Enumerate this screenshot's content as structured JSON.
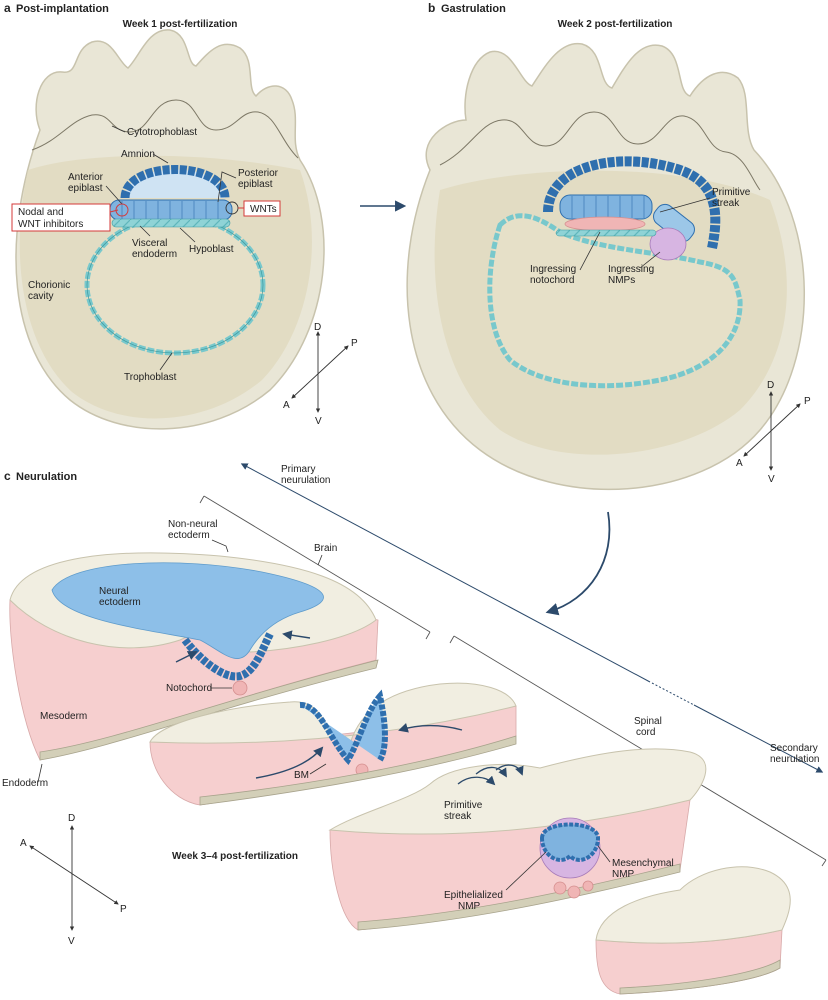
{
  "colors": {
    "tissue_fill": "#e9e6d6",
    "tissue_light": "#f3f1e6",
    "tissue_stroke": "#c8c3ad",
    "cavity": "#e2dcc3",
    "amnion_blue": "#2f6fae",
    "epiblast_blue": "#7fb3df",
    "hypoblast_teal": "#78c8cc",
    "neural_blue": "#8dbfe8",
    "mesoderm_pink": "#f6cfcf",
    "notochord_pink": "#f0b5b5",
    "nmp_lilac": "#d7b5e2",
    "inhibitor_red": "#d43a3a",
    "arrow_navy": "#2c4a6b",
    "text": "#222222"
  },
  "panel_a": {
    "letter": "a",
    "title": "Post-implantation",
    "week": "Week 1 post-fertilization",
    "labels": {
      "cytotrophoblast": "Cytotrophoblast",
      "amnion": "Amnion",
      "anterior_epiblast_1": "Anterior",
      "anterior_epiblast_2": "epiblast",
      "posterior_epiblast_1": "Posterior",
      "posterior_epiblast_2": "epiblast",
      "inhibitors_1": "Nodal and",
      "inhibitors_2": "WNT inhibitors",
      "wnts": "WNTs",
      "visceral_1": "Visceral",
      "visceral_2": "endoderm",
      "hypoblast": "Hypoblast",
      "chorionic_1": "Chorionic",
      "chorionic_2": "cavity",
      "trophoblast": "Trophoblast"
    },
    "axes": {
      "d": "D",
      "v": "V",
      "a": "A",
      "p": "P"
    }
  },
  "panel_b": {
    "letter": "b",
    "title": "Gastrulation",
    "week": "Week 2 post-fertilization",
    "labels": {
      "primitive_streak_1": "Primitive",
      "primitive_streak_2": "streak",
      "notochord_1": "Ingressing",
      "notochord_2": "notochord",
      "nmps_1": "Ingressing",
      "nmps_2": "NMPs"
    },
    "axes": {
      "d": "D",
      "v": "V",
      "a": "A",
      "p": "P"
    }
  },
  "panel_c": {
    "letter": "c",
    "title": "Neurulation",
    "week": "Week 3–4 post-fertilization",
    "labels": {
      "primary_1": "Primary",
      "primary_2": "neurulation",
      "non_neural_1": "Non-neural",
      "non_neural_2": "ectoderm",
      "brain": "Brain",
      "neural_ecto_1": "Neural",
      "neural_ecto_2": "ectoderm",
      "notochord": "Notochord",
      "mesoderm": "Mesoderm",
      "endoderm": "Endoderm",
      "bm": "BM",
      "spinal_1": "Spinal",
      "spinal_2": "cord",
      "secondary_1": "Secondary",
      "secondary_2": "neurulation",
      "primitive_streak_1": "Primitive",
      "primitive_streak_2": "streak",
      "mesenchymal_1": "Mesenchymal",
      "mesenchymal_2": "NMP",
      "epithelial_1": "Epithelialized",
      "epithelial_2": "NMP"
    },
    "axes": {
      "d": "D",
      "v": "V",
      "a": "A",
      "p": "P"
    }
  }
}
